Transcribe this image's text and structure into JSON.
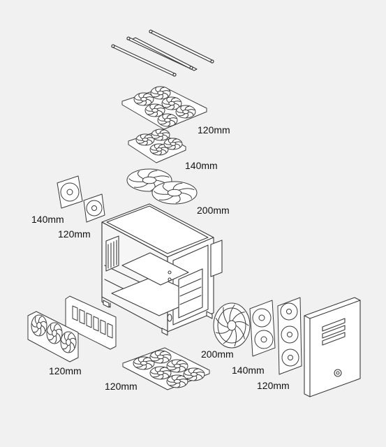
{
  "diagram": {
    "labels": {
      "top_fans": "120mm",
      "top_fans_140": "140mm",
      "top_fans_200": "200mm",
      "rear_fan_140": "140mm",
      "rear_fan_120": "120mm",
      "bottom_left_fans": "120mm",
      "bottom_fans": "120mm",
      "front_fan_200": "200mm",
      "front_fans_140": "140mm",
      "front_fans_120": "120mm"
    },
    "colors": {
      "background": "#f1f1f1",
      "line": "#3a3a3a",
      "fill": "#ffffff"
    }
  }
}
